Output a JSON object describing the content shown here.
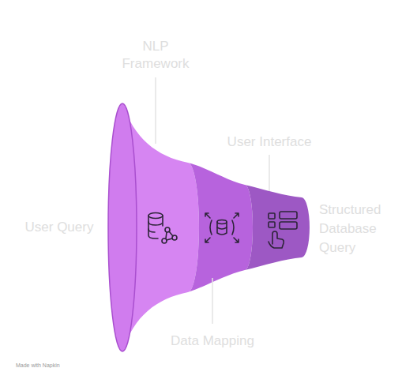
{
  "diagram": {
    "nodes": [
      {
        "text": [
          "NLP Framework"
        ]
      },
      {
        "text": [
          "Data Mapping"
        ]
      },
      {
        "text": [
          "User Interface"
        ]
      }
    ],
    "labels": [
      "User Query",
      "Structured Database Query",
      "Made with Napkin"
    ]
  }
}
